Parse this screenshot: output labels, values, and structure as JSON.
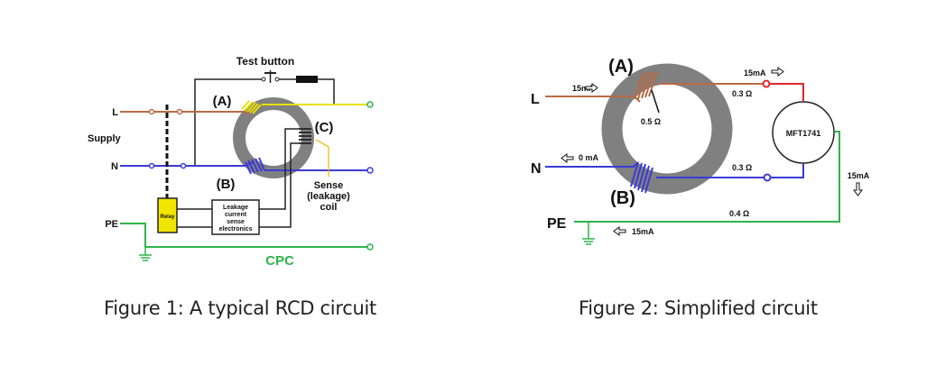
{
  "figure1": {
    "caption": "Figure 1: A typical RCD circuit",
    "labels": {
      "test_button": "Test button",
      "line": "L",
      "supply": "Supply",
      "neutral": "N",
      "pe": "PE",
      "coil_a": "(A)",
      "coil_b": "(B)",
      "coil_c": "(C)",
      "sense_1": "Sense",
      "sense_2": "(leakage)",
      "sense_3": "coil",
      "relay": "Relay",
      "electronics_1": "Leakage",
      "electronics_2": "current",
      "electronics_3": "sense",
      "electronics_4": "electronics",
      "cpc": "CPC"
    },
    "colors": {
      "line": "#b86b45",
      "neutral": "#3b3bd6",
      "earth": "#2fb34a",
      "coil_a": "#e8e000",
      "relay": "#f2e600",
      "core": "#7f7f7f"
    }
  },
  "figure2": {
    "caption": "Figure 2: Simplified circuit",
    "labels": {
      "line": "L",
      "neutral": "N",
      "pe": "PE",
      "coil_a": "(A)",
      "coil_b": "(B)",
      "l_current": "15mA",
      "n_current": "0 mA",
      "out_current": "15mA",
      "down_current": "15mA",
      "pe_current": "15mA",
      "coil_resistance": "0.5 Ω",
      "line_resistance": "0.3 Ω",
      "neutral_resistance": "0.3 Ω",
      "pe_resistance": "0.4 Ω",
      "tester": "MFT1741"
    },
    "colors": {
      "line": "#b86b45",
      "neutral": "#3b3bd6",
      "earth": "#2fb34a",
      "tester_lead": "#e0262b",
      "core": "#7f7f7f"
    }
  }
}
